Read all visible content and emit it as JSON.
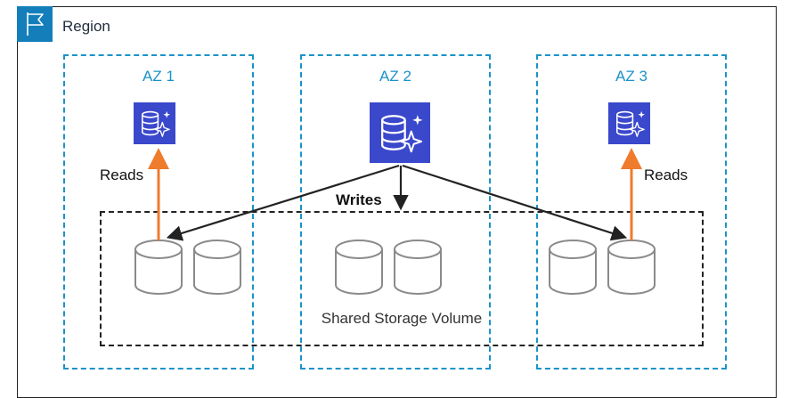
{
  "region": {
    "label": "Region",
    "icon": "flag-icon",
    "color": "#147eba"
  },
  "zones": [
    {
      "label": "AZ 1"
    },
    {
      "label": "AZ 2"
    },
    {
      "label": "AZ 3"
    }
  ],
  "flows": {
    "reads_left": "Reads",
    "reads_right": "Reads",
    "writes": "Writes"
  },
  "storage": {
    "label": "Shared Storage Volume"
  },
  "colors": {
    "az_border": "#1a93c7",
    "db_icon": "#3a48cc",
    "read_arrow": "#ef7b2d",
    "write_arrow": "#222222",
    "disk_stroke": "#8a8a8a"
  },
  "icons": {
    "database": "aurora-database-icon",
    "disk": "storage-disk-icon"
  }
}
